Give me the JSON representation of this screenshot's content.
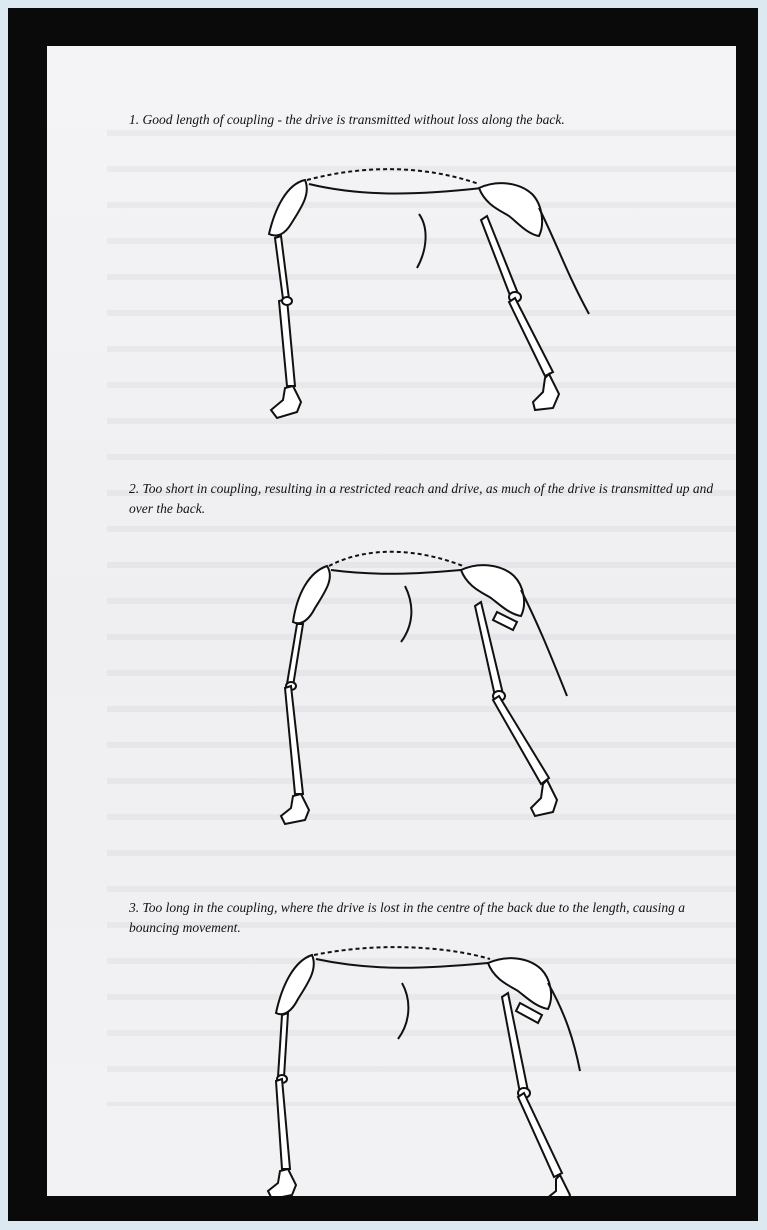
{
  "captions": {
    "fig1": "1. Good length of coupling - the drive is transmitted without loss along the back.",
    "fig2": "2. Too short in coupling, resulting in a restricted reach and drive, as much of the drive is transmitted up and over the back.",
    "fig3": "3. Too long in the coupling, where the drive is lost in the centre of the back due to the length, causing a bouncing movement."
  }
}
